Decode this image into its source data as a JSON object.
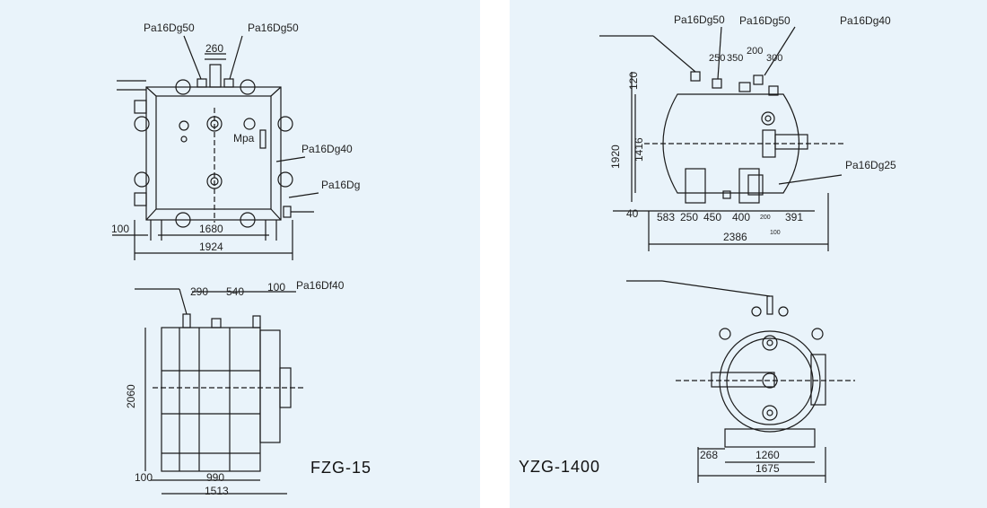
{
  "colors": {
    "panel_bg": "#e9f3fa",
    "line": "#1a1a1a"
  },
  "left": {
    "model": "FZG-15",
    "top_view": {
      "port_left": "Pa16Dg50",
      "port_right": "Pa16Dg50",
      "dim_260": "260",
      "gauge": "Mpa",
      "port_side": "Pa16Dg40",
      "port_drain": "Pa16Dg",
      "dim_100": "100",
      "dim_1680": "1680",
      "dim_1924": "1924"
    },
    "side_view": {
      "dim_290": "290",
      "dim_540": "540",
      "dim_100": "100",
      "port": "Pa16Df40",
      "dim_2060": "2060",
      "dim_100b": "100",
      "dim_990": "990",
      "dim_1513": "1513"
    }
  },
  "right": {
    "model": "YZG-1400",
    "front_view": {
      "port_a": "Pa16Dg50",
      "port_b": "Pa16Dg50",
      "port_c": "Pa16Dg40",
      "port_d": "Pa16Dg25",
      "dim_250": "250",
      "dim_350": "350",
      "dim_200": "200",
      "dim_300": "300",
      "dim_120": "120",
      "dim_1920": "1920",
      "dim_1416": "1416",
      "dim_40": "40",
      "dim_583": "583",
      "dim_250b": "250",
      "dim_450": "450",
      "dim_400": "400",
      "dim_200b": "200",
      "dim_391": "391",
      "dim_100": "100",
      "dim_2386": "2386"
    },
    "end_view": {
      "dim_268": "268",
      "dim_1260": "1260",
      "dim_1675": "1675"
    }
  }
}
